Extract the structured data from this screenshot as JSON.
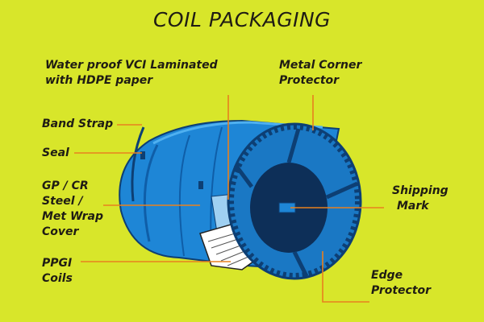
{
  "title": "COIL PACKAGING",
  "labels": {
    "water_proof": [
      "Water proof VCI Laminated",
      "with HDPE paper"
    ],
    "metal_corner": [
      "Metal Corner",
      "Protector"
    ],
    "band_strap": "Band Strap",
    "seal": "Seal",
    "gp_cr": [
      "GP / CR",
      "Steel /",
      "Met Wrap",
      "Cover"
    ],
    "ppgi": [
      "PPGI",
      "Coils"
    ],
    "shipping_mark": [
      "Shipping",
      "Mark"
    ],
    "edge_protector": [
      "Edge",
      "Protector"
    ]
  },
  "colors": {
    "background": "#d8e62a",
    "coil_blue": "#1e86d6",
    "coil_dark": "#0d3f74",
    "leader_line": "#e8801e",
    "text": "#1f1c14"
  }
}
